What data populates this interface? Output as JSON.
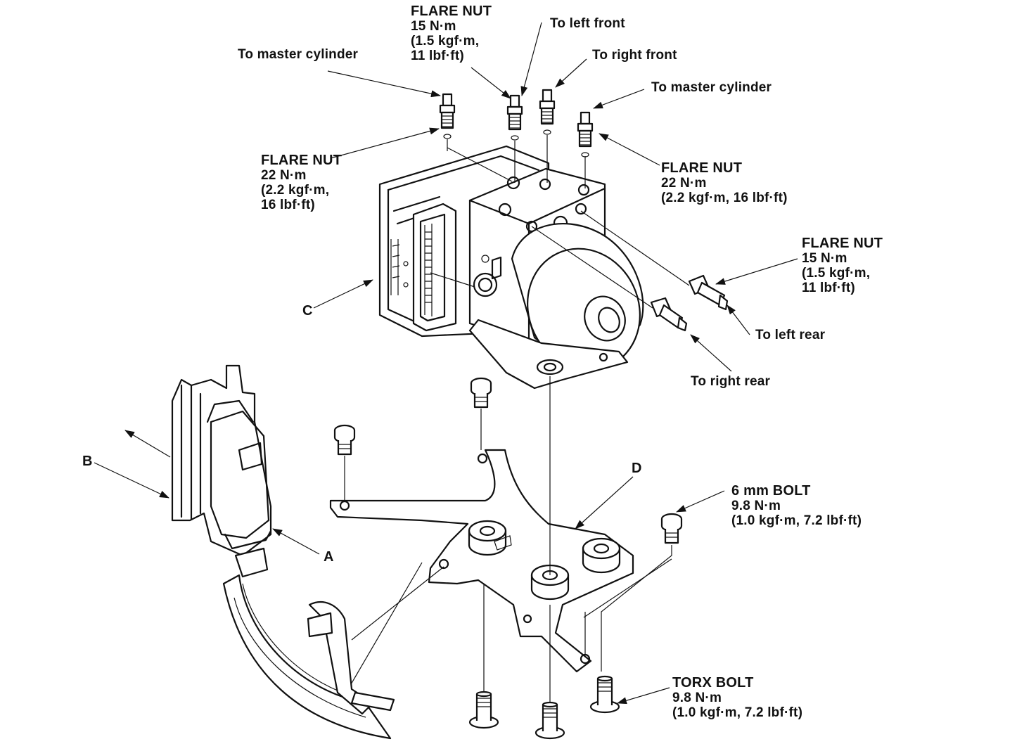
{
  "labels": {
    "flare_nut_top": {
      "title": "FLARE NUT",
      "torque": "15 N·m",
      "kgf": "(1.5 kgf·m,",
      "lbf": "11 lbf·ft)"
    },
    "to_left_front": "To left front",
    "to_right_front": "To right front",
    "to_master_cylinder_left": "To master cylinder",
    "to_master_cylinder_right": "To master cylinder",
    "flare_nut_left": {
      "title": "FLARE NUT",
      "torque": "22 N·m",
      "kgf": "(2.2 kgf·m,",
      "lbf": "16 lbf·ft)"
    },
    "flare_nut_right": {
      "title": "FLARE NUT",
      "torque": "22 N·m",
      "kgf": "(2.2 kgf·m, 16 lbf·ft)"
    },
    "flare_nut_rear": {
      "title": "FLARE NUT",
      "torque": "15 N·m",
      "kgf": "(1.5 kgf·m,",
      "lbf": "11 lbf·ft)"
    },
    "to_left_rear": "To left rear",
    "to_right_rear": "To right rear",
    "callout_a": "A",
    "callout_b": "B",
    "callout_c": "C",
    "callout_d": "D",
    "bolt_6mm": {
      "title": "6 mm BOLT",
      "torque": "9.8 N·m",
      "kgf": "(1.0 kgf·m, 7.2 lbf·ft)"
    },
    "torx_bolt": {
      "title": "TORX BOLT",
      "torque": "9.8 N·m",
      "kgf": "(1.0 kgf·m, 7.2 lbf·ft)"
    }
  },
  "colors": {
    "ink": "#111111",
    "paper": "#ffffff"
  }
}
